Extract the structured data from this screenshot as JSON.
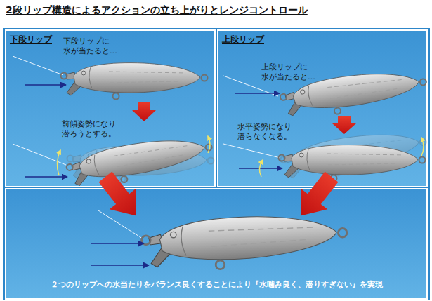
{
  "diagram": {
    "title": "2段リップ構造によるアクションの立ち上がりとレンジコントロール",
    "nodes": [
      {
        "text": [
          "下段リップ",
          "下段リップに 水が当たると…",
          "前傾姿勢になり 潜ろうとする。"
        ]
      },
      {
        "text": [
          "上段リップ",
          "上段リップに 水が当たると…",
          "水平姿勢になり 潜らなくなる。"
        ]
      },
      {
        "text": [
          "２つのリップへの水当たりをバランス良くすることにより『水噛み良く、潜りすぎない』を実現"
        ]
      }
    ]
  }
}
